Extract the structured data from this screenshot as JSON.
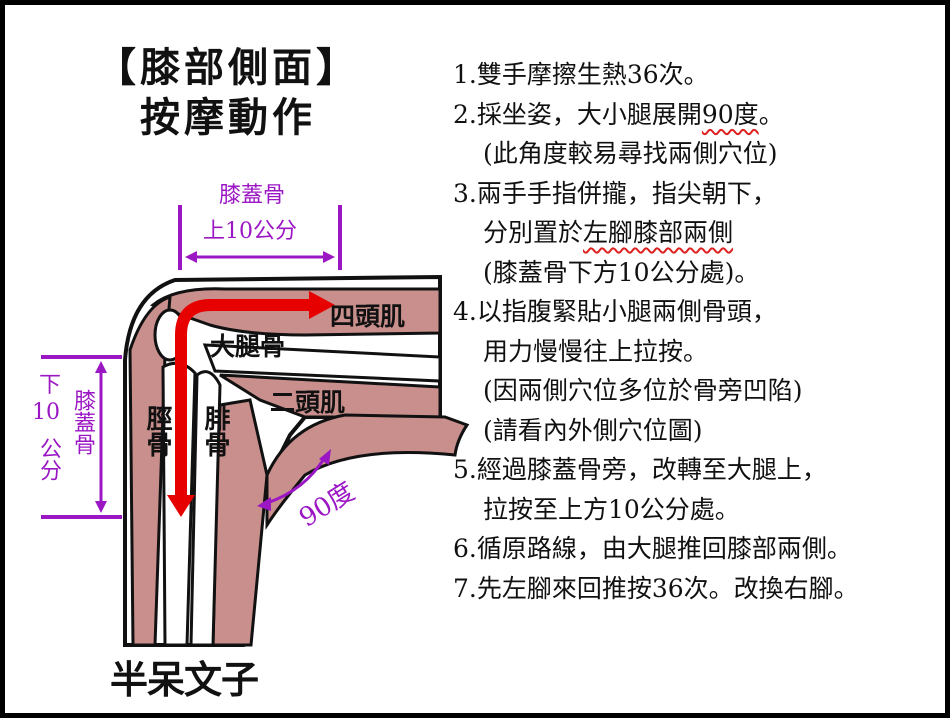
{
  "title": {
    "line1": "【膝部側面】",
    "line2": "按摩動作"
  },
  "steps": [
    {
      "num": "1.",
      "parts": [
        {
          "text": "雙手摩擦生熱36次。"
        }
      ]
    },
    {
      "num": "2.",
      "parts": [
        {
          "text": "採坐姿，大小腿展開"
        },
        {
          "text": "90度",
          "wavy": true
        },
        {
          "text": "。"
        }
      ]
    },
    {
      "num": "",
      "parts": [
        {
          "text": "(此角度較易尋找兩側穴位)"
        }
      ]
    },
    {
      "num": "3.",
      "parts": [
        {
          "text": "兩手手指併攏，指尖朝下，"
        }
      ]
    },
    {
      "num": "",
      "parts": [
        {
          "text": "分別置於"
        },
        {
          "text": "左腳膝部兩側",
          "wavy": true
        }
      ]
    },
    {
      "num": "",
      "parts": [
        {
          "text": "(膝蓋骨下方10公分處)。"
        }
      ]
    },
    {
      "num": "4.",
      "parts": [
        {
          "text": "以指腹緊貼小腿兩側骨頭，"
        }
      ]
    },
    {
      "num": "",
      "parts": [
        {
          "text": "用力慢慢往上拉按。"
        }
      ]
    },
    {
      "num": "",
      "parts": [
        {
          "text": "(因兩側穴位多位於骨旁凹陷)"
        }
      ]
    },
    {
      "num": "",
      "parts": [
        {
          "text": "(請看內外側穴位圖)"
        }
      ]
    },
    {
      "num": "5.",
      "parts": [
        {
          "text": "經過膝蓋骨旁，改轉至大腿上，"
        }
      ]
    },
    {
      "num": "",
      "parts": [
        {
          "text": "拉按至上方10公分處。"
        }
      ]
    },
    {
      "num": "6.",
      "parts": [
        {
          "text": "循原路線，由大腿推回膝部兩側。"
        }
      ]
    },
    {
      "num": "7.",
      "parts": [
        {
          "text": "先左腳來回推按36次。改換右腳。"
        }
      ]
    }
  ],
  "labels": {
    "above_knee_1": "膝蓋骨",
    "above_knee_2": "上10公分",
    "below_knee_1": "下",
    "below_knee_2": "10",
    "below_knee_3": "公分",
    "below_knee_kneecap": "膝蓋骨",
    "quadriceps": "四頭肌",
    "femur": "大腿骨",
    "biceps": "二頭肌",
    "tibia": "脛骨",
    "fibula": "腓骨",
    "angle": "90度"
  },
  "logo": "半呆文子",
  "colors": {
    "purple": "#9b17c4",
    "arrow_red": "#e60000",
    "muscle": "#c98f8d",
    "wavy_underline": "#d22"
  }
}
